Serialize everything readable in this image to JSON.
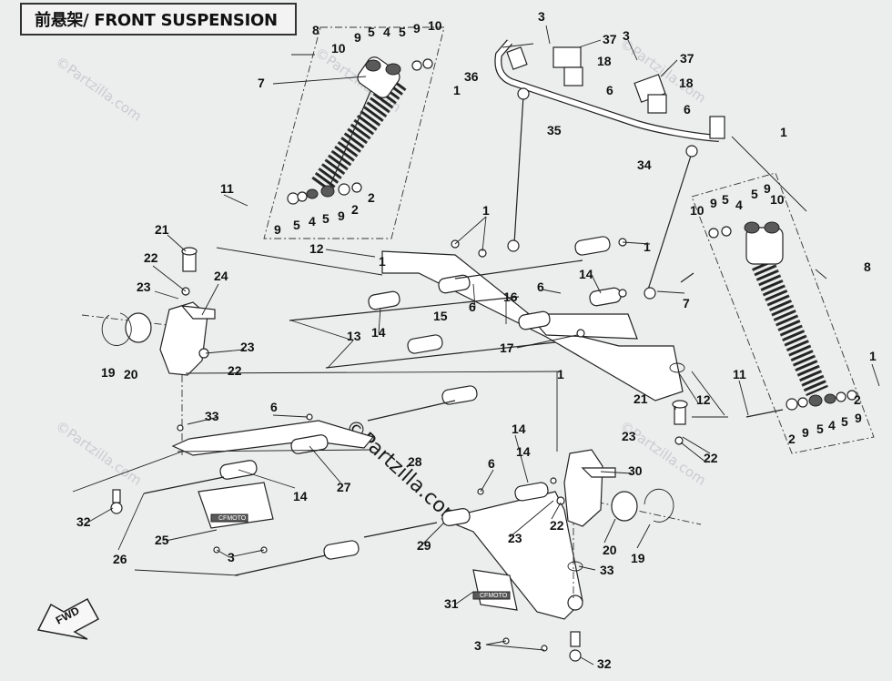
{
  "title": "前悬架/ FRONT SUSPENSION",
  "watermark": "©Partzilla.com",
  "watermark_center": "©Partzilla.com",
  "fwd_label": "FWD",
  "decal_text": "CFMOTO",
  "callouts": [
    {
      "id": "c1",
      "text": "8"
    },
    {
      "id": "c2",
      "text": "10"
    },
    {
      "id": "c3",
      "text": "9"
    },
    {
      "id": "c4",
      "text": "5"
    },
    {
      "id": "c5",
      "text": "4"
    },
    {
      "id": "c6",
      "text": "5"
    },
    {
      "id": "c7",
      "text": "9"
    },
    {
      "id": "c8",
      "text": "10"
    },
    {
      "id": "c9",
      "text": "7"
    },
    {
      "id": "c10",
      "text": "1"
    },
    {
      "id": "c11",
      "text": "36"
    },
    {
      "id": "c12",
      "text": "3"
    },
    {
      "id": "c13",
      "text": "37"
    },
    {
      "id": "c14",
      "text": "18"
    },
    {
      "id": "c15",
      "text": "6"
    },
    {
      "id": "c16",
      "text": "3"
    },
    {
      "id": "c17",
      "text": "37"
    },
    {
      "id": "c18",
      "text": "18"
    },
    {
      "id": "c19",
      "text": "6"
    },
    {
      "id": "c20",
      "text": "35"
    },
    {
      "id": "c21",
      "text": "1"
    },
    {
      "id": "c22",
      "text": "11"
    },
    {
      "id": "c23",
      "text": "2"
    },
    {
      "id": "c24",
      "text": "9"
    },
    {
      "id": "c25",
      "text": "5"
    },
    {
      "id": "c26",
      "text": "4"
    },
    {
      "id": "c27",
      "text": "5"
    },
    {
      "id": "c28",
      "text": "9"
    },
    {
      "id": "c29",
      "text": "2"
    },
    {
      "id": "c30",
      "text": "34"
    },
    {
      "id": "c31",
      "text": "10"
    },
    {
      "id": "c32",
      "text": "9"
    },
    {
      "id": "c33",
      "text": "5"
    },
    {
      "id": "c34",
      "text": "4"
    },
    {
      "id": "c35",
      "text": "5"
    },
    {
      "id": "c36",
      "text": "9"
    },
    {
      "id": "c37",
      "text": "10"
    },
    {
      "id": "c38",
      "text": "1"
    },
    {
      "id": "c39",
      "text": "21"
    },
    {
      "id": "c40",
      "text": "1"
    },
    {
      "id": "c41",
      "text": "12"
    },
    {
      "id": "c42",
      "text": "1"
    },
    {
      "id": "c43",
      "text": "22"
    },
    {
      "id": "c44",
      "text": "24"
    },
    {
      "id": "c45",
      "text": "14"
    },
    {
      "id": "c46",
      "text": "8"
    },
    {
      "id": "c47",
      "text": "23"
    },
    {
      "id": "c48",
      "text": "16"
    },
    {
      "id": "c49",
      "text": "6"
    },
    {
      "id": "c50",
      "text": "7"
    },
    {
      "id": "c51",
      "text": "15"
    },
    {
      "id": "c52",
      "text": "6"
    },
    {
      "id": "c53",
      "text": "14"
    },
    {
      "id": "c54",
      "text": "13"
    },
    {
      "id": "c55",
      "text": "17"
    },
    {
      "id": "c56",
      "text": "23"
    },
    {
      "id": "c57",
      "text": "22"
    },
    {
      "id": "c58",
      "text": "19"
    },
    {
      "id": "c59",
      "text": "20"
    },
    {
      "id": "c60",
      "text": "1"
    },
    {
      "id": "c61",
      "text": "11"
    },
    {
      "id": "c62",
      "text": "1"
    },
    {
      "id": "c63",
      "text": "21"
    },
    {
      "id": "c64",
      "text": "12"
    },
    {
      "id": "c65",
      "text": "2"
    },
    {
      "id": "c66",
      "text": "2"
    },
    {
      "id": "c67",
      "text": "9"
    },
    {
      "id": "c68",
      "text": "5"
    },
    {
      "id": "c69",
      "text": "4"
    },
    {
      "id": "c70",
      "text": "5"
    },
    {
      "id": "c71",
      "text": "9"
    },
    {
      "id": "c72",
      "text": "6"
    },
    {
      "id": "c73",
      "text": "33"
    },
    {
      "id": "c74",
      "text": "14"
    },
    {
      "id": "c75",
      "text": "23"
    },
    {
      "id": "c76",
      "text": "22"
    },
    {
      "id": "c77",
      "text": "28"
    },
    {
      "id": "c78",
      "text": "27"
    },
    {
      "id": "c79",
      "text": "6"
    },
    {
      "id": "c80",
      "text": "30"
    },
    {
      "id": "c81",
      "text": "14"
    },
    {
      "id": "c82",
      "text": "32"
    },
    {
      "id": "c83",
      "text": "14"
    },
    {
      "id": "c84",
      "text": "23"
    },
    {
      "id": "c85",
      "text": "22"
    },
    {
      "id": "c86",
      "text": "25"
    },
    {
      "id": "c87",
      "text": "29"
    },
    {
      "id": "c88",
      "text": "20"
    },
    {
      "id": "c89",
      "text": "19"
    },
    {
      "id": "c90",
      "text": "3"
    },
    {
      "id": "c91",
      "text": "26"
    },
    {
      "id": "c92",
      "text": "33"
    },
    {
      "id": "c93",
      "text": "31"
    },
    {
      "id": "c94",
      "text": "3"
    },
    {
      "id": "c95",
      "text": "32"
    }
  ]
}
